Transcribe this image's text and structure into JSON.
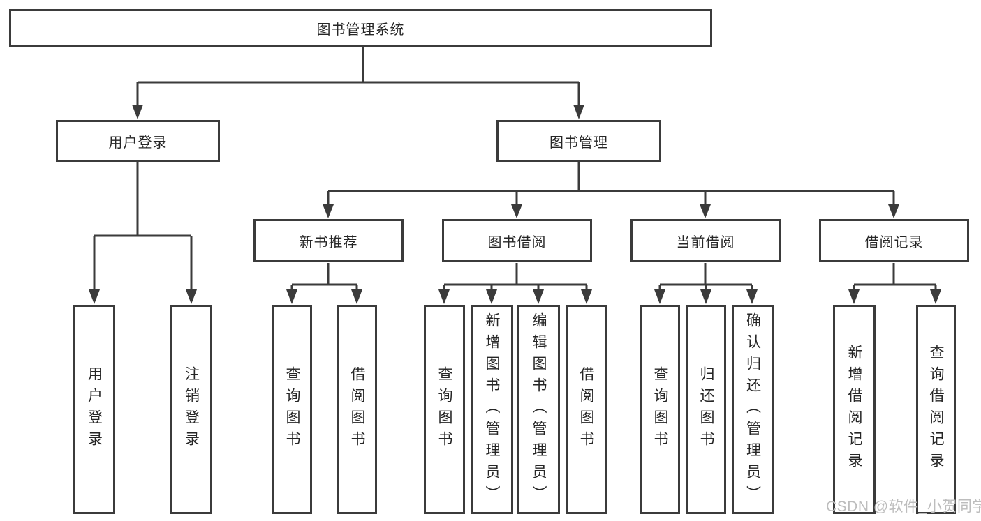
{
  "watermark": "CSDN @软件_小贺同学",
  "colors": {
    "line": "#3b3b3b",
    "box_border": "#3b3b3b",
    "watermark": "#bdbdbd",
    "background": "#ffffff"
  },
  "tree": {
    "root": {
      "label": "图书管理系统"
    },
    "branches": [
      {
        "label": "用户登录",
        "children": [
          {
            "label": "用户登录"
          },
          {
            "label": "注销登录"
          }
        ]
      },
      {
        "label": "图书管理",
        "children": [
          {
            "label": "新书推荐",
            "children": [
              {
                "label": "查询图书"
              },
              {
                "label": "借阅图书"
              }
            ]
          },
          {
            "label": "图书借阅",
            "children": [
              {
                "label": "查询图书"
              },
              {
                "label": "新增图书（管理员）"
              },
              {
                "label": "编辑图书（管理员）"
              },
              {
                "label": "借阅图书"
              }
            ]
          },
          {
            "label": "当前借阅",
            "children": [
              {
                "label": "查询图书"
              },
              {
                "label": "归还图书"
              },
              {
                "label": "确认归还（管理员）"
              }
            ]
          },
          {
            "label": "借阅记录",
            "children": [
              {
                "label": "新增借阅记录"
              },
              {
                "label": "查询借阅记录"
              }
            ]
          }
        ]
      }
    ]
  }
}
